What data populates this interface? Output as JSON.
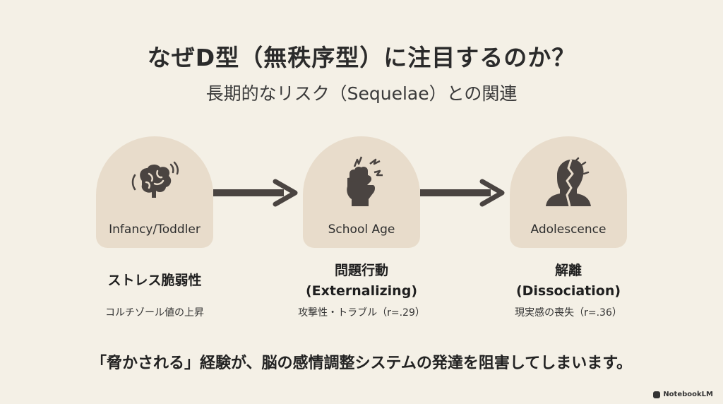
{
  "title": "なぜD型（無秩序型）に注目するのか？",
  "subtitle": "長期的なリスク（Sequelae）との関連",
  "stages": [
    {
      "label": "Infancy/Toddler",
      "icon": "brain-icon",
      "risk_lines": [
        "ストレス脆弱性"
      ],
      "detail": "コルチゾール値の上昇"
    },
    {
      "label": "School Age",
      "icon": "fist-icon",
      "risk_lines": [
        "問題行動",
        "(Externalizing)"
      ],
      "detail": "攻撃性・トラブル（r=.29）"
    },
    {
      "label": "Adolescence",
      "icon": "fractured-head-icon",
      "risk_lines": [
        "解離",
        "(Dissociation)"
      ],
      "detail": "現実感の喪失（r=.36）"
    }
  ],
  "conclusion": "「脅かされる」経験が、脳の感情調整システムの発達を阻害してしまいます。",
  "brand": "NotebookLM",
  "colors": {
    "background": "#f4f0e6",
    "stage_fill": "#e8dccb",
    "icon": "#4a4441",
    "arrow": "#4a4441"
  }
}
